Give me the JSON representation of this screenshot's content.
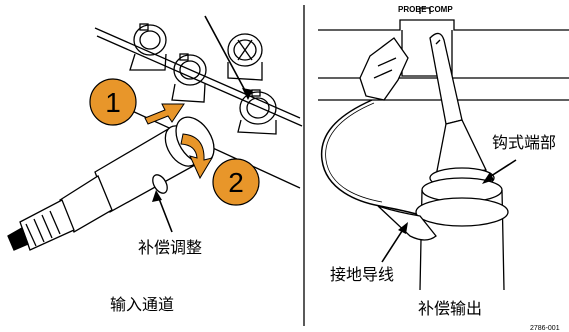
{
  "labels": {
    "probe_comp": "PROBE COMP",
    "step_1": "1",
    "step_2": "2",
    "comp_adjust": "补偿调整",
    "input_channel": "输入通道",
    "hook_tip": "钩式端部",
    "ground_lead": "接地导线",
    "comp_output": "补偿输出",
    "figure_id": "2786-001"
  },
  "colors": {
    "step_circle": "#E8962A",
    "line": "#000000",
    "background": "#FFFFFF"
  },
  "icons": {
    "rotate_arrow": "curved-arrow-icon",
    "push_arrow": "right-arrow-icon"
  }
}
